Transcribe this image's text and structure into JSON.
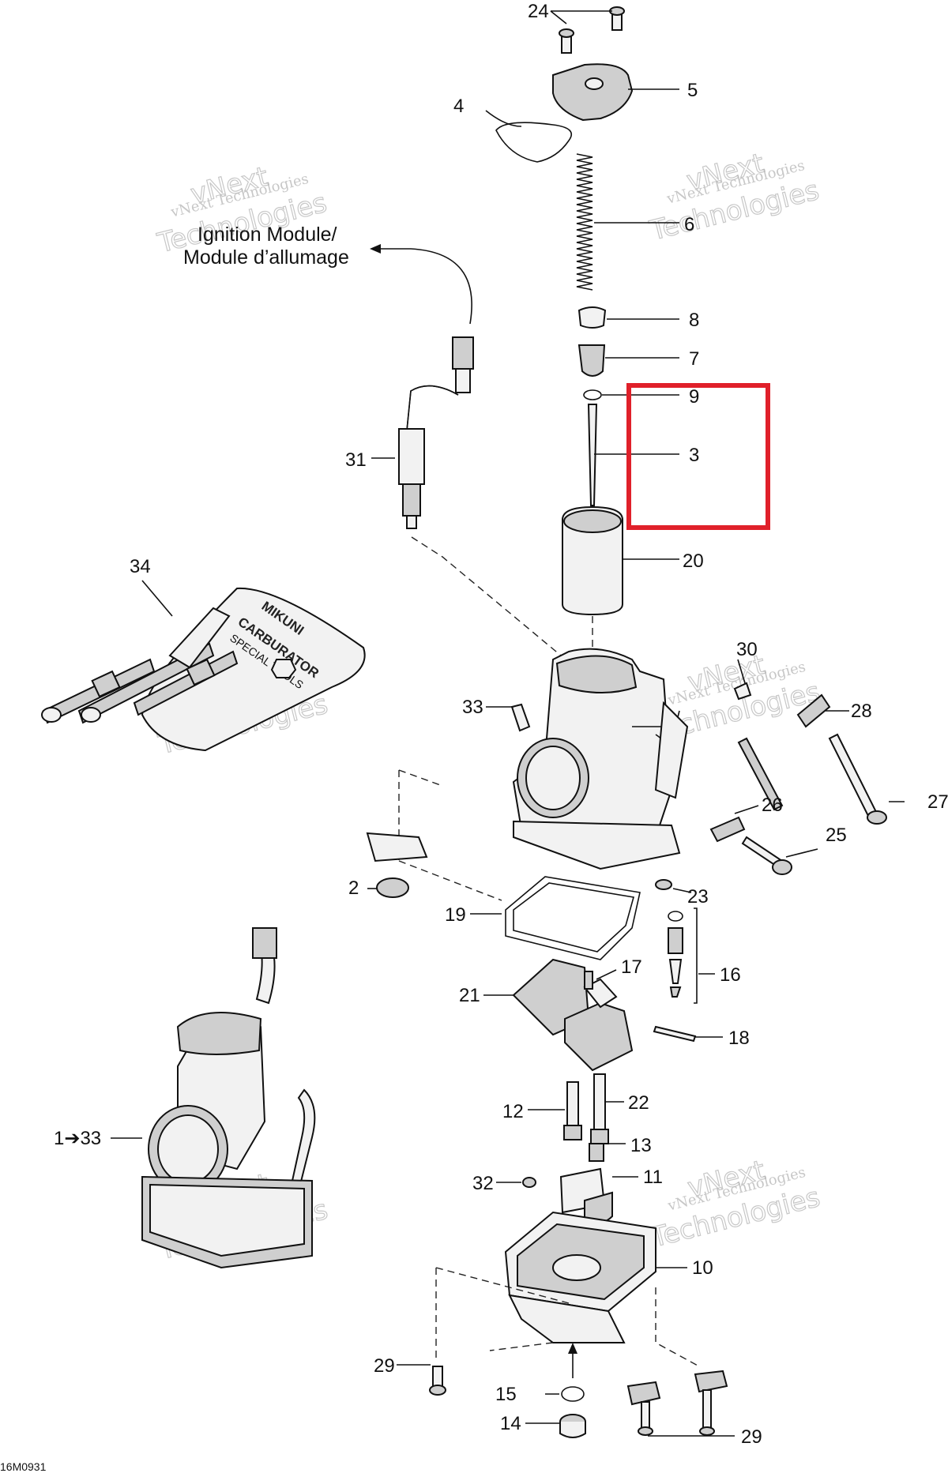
{
  "image_code": "16M0931",
  "ignition_label": [
    "Ignition Module/",
    "Module d’allumage"
  ],
  "tool_lettering": [
    "MIKUNI",
    "CARBURATOR",
    "SPECIAL TOOLS"
  ],
  "watermark": {
    "line1": "vNext Technologies",
    "line2": "vNext",
    "line3": "Technologies"
  },
  "highlight_color": "#e0202a",
  "callouts": {
    "p24": "24",
    "p5": "5",
    "p4": "4",
    "p6": "6",
    "p8": "8",
    "p7": "7",
    "p9": "9",
    "p3": "3",
    "p20": "20",
    "p31": "31",
    "p34": "34",
    "p30": "30",
    "p33": "33",
    "p28": "28",
    "p27": "27",
    "p26": "26",
    "p25": "25",
    "p2": "2",
    "p23": "23",
    "p19": "19",
    "p16": "16",
    "p17": "17",
    "p21": "21",
    "p18": "18",
    "p12": "12",
    "p22": "22",
    "p13": "13",
    "p1_33": "1➔33",
    "p32": "32",
    "p11": "11",
    "p10": "10",
    "p29a": "29",
    "p15": "15",
    "p14": "14",
    "p29b": "29"
  }
}
